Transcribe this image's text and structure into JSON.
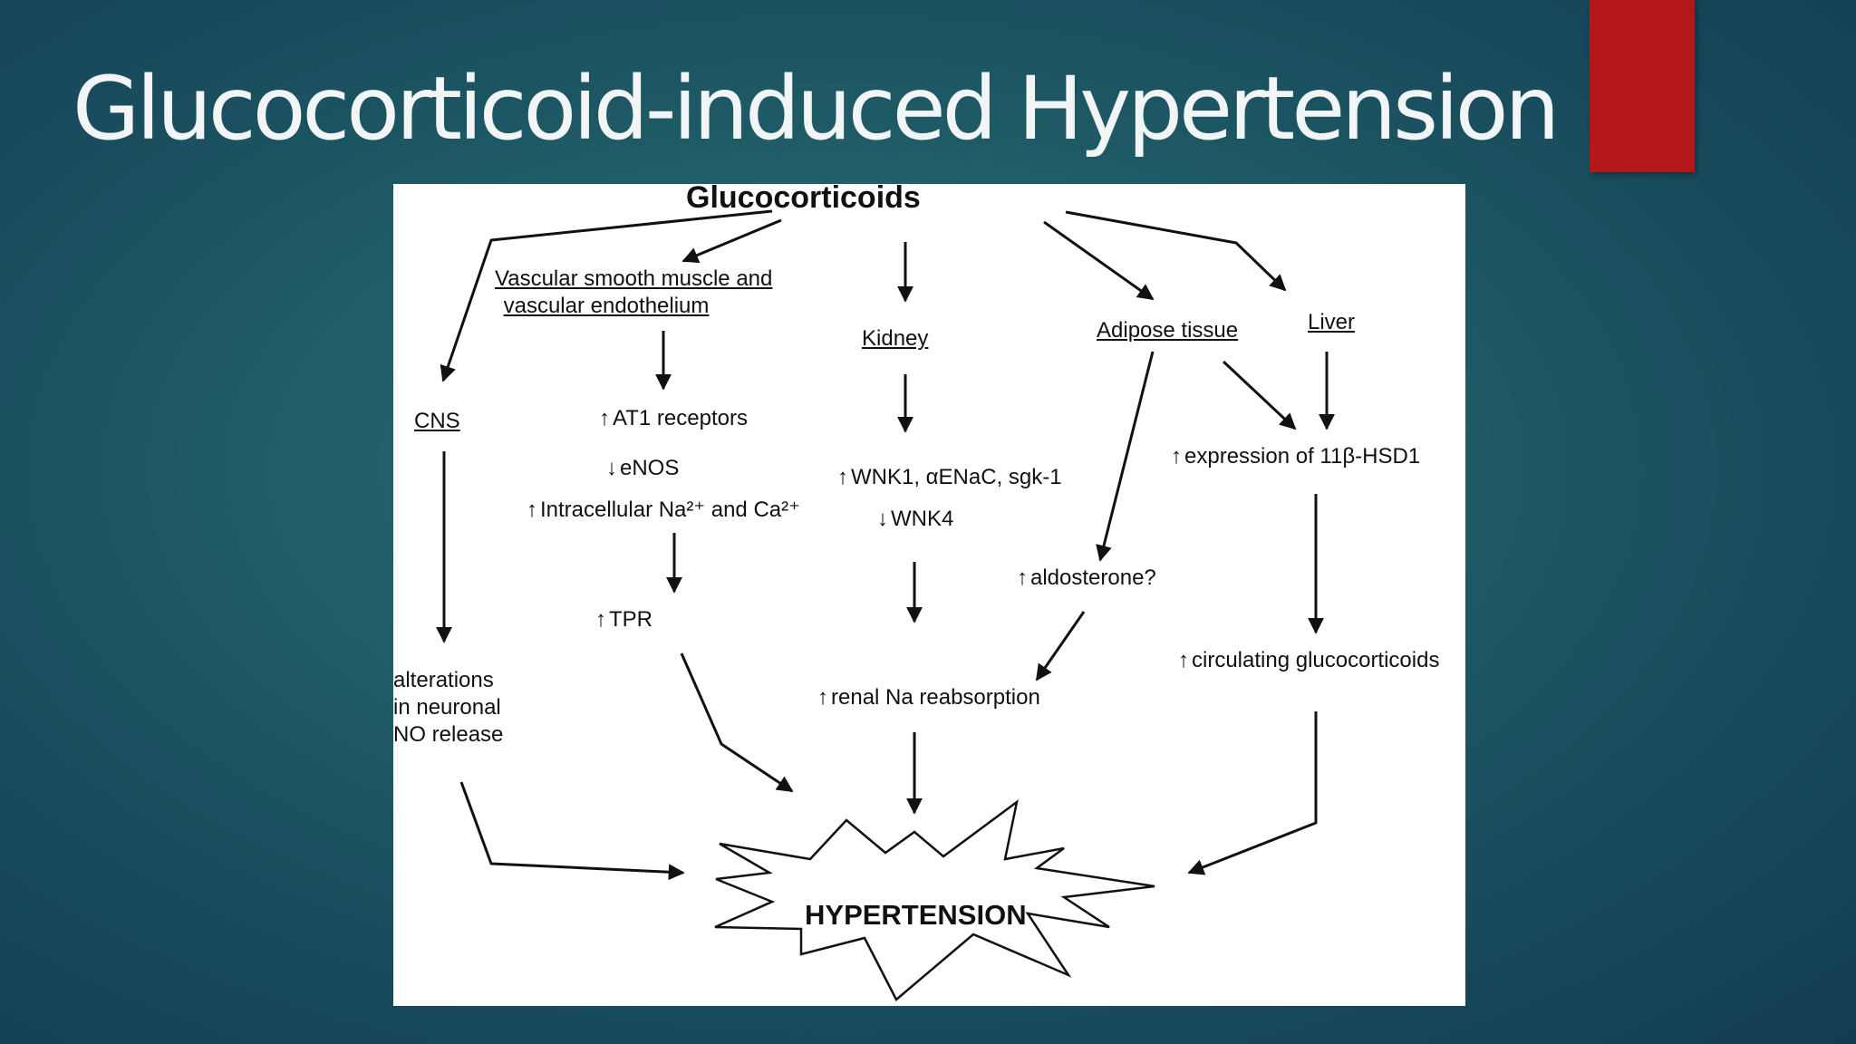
{
  "slide": {
    "title": "Glucocorticoid-induced Hypertension",
    "accent_color": "#b3171a",
    "background_color": "#1f5c66"
  },
  "diagram": {
    "root": "Glucocorticoids",
    "branches": {
      "vascular": {
        "header": "Vascular smooth muscle and\nvascular endothelium",
        "effects": [
          {
            "dir": "up",
            "arrow": "↑",
            "text": "AT1 receptors"
          },
          {
            "dir": "down",
            "arrow": "↓",
            "text": "eNOS"
          },
          {
            "dir": "up",
            "arrow": "↑",
            "text": "Intracellular Na²⁺ and Ca²⁺"
          }
        ],
        "result": {
          "dir": "up",
          "arrow": "↑",
          "text": "TPR"
        }
      },
      "cns": {
        "header": "CNS",
        "result": "alterations\nin neuronal\nNO release"
      },
      "kidney": {
        "header": "Kidney",
        "effects": [
          {
            "dir": "up",
            "arrow": "↑",
            "text": "WNK1, αENaC, sgk-1"
          },
          {
            "dir": "down",
            "arrow": "↓",
            "text": "WNK4"
          }
        ],
        "result": {
          "dir": "up",
          "arrow": "↑",
          "text": "renal Na reabsorption"
        }
      },
      "adipose": {
        "header": "Adipose tissue",
        "effect": {
          "dir": "up",
          "arrow": "↑",
          "text": "aldosterone?"
        }
      },
      "liver": {
        "header": "Liver",
        "effect": {
          "dir": "up",
          "arrow": "↑",
          "text": "expression of 11β-HSD1"
        },
        "result": {
          "dir": "up",
          "arrow": "↑",
          "text": "circulating glucocorticoids"
        }
      }
    },
    "outcome": "HYPERTENSION"
  }
}
